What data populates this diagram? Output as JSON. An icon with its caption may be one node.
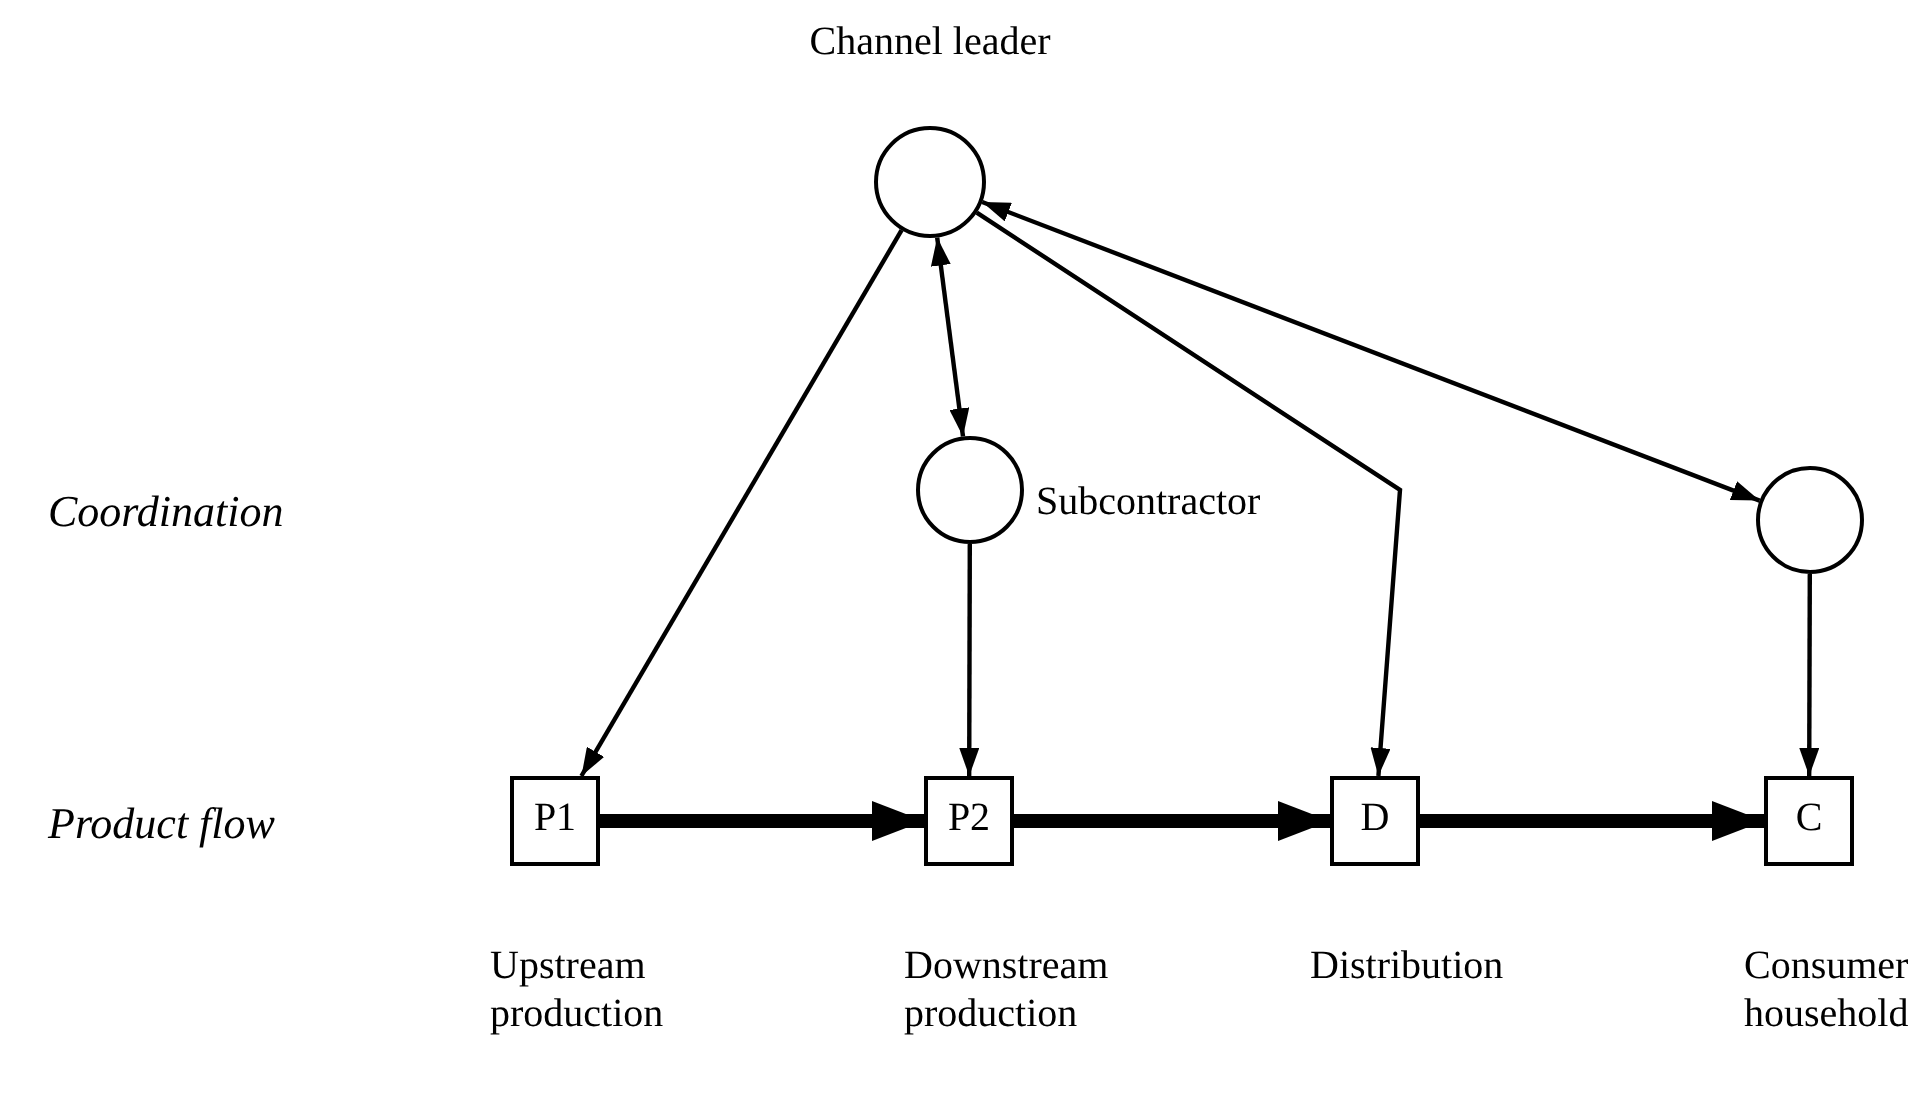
{
  "diagram": {
    "nodes": [
      {
        "text": [
          "Channel leader"
        ]
      },
      {
        "text": [
          "Subcontractor"
        ]
      },
      {
        "text": [],
        "shape": "circle"
      },
      {
        "text": [
          "P1"
        ],
        "beside": [
          "Upstream production"
        ]
      },
      {
        "text": [
          "P2"
        ],
        "beside": [
          "Downstream production"
        ]
      },
      {
        "text": [
          "D"
        ],
        "beside": [
          "Distribution"
        ]
      },
      {
        "text": [
          "C"
        ],
        "beside": [
          "Consumer household"
        ]
      }
    ],
    "edges": [
      {
        "from": 0,
        "to": 3,
        "arrow": "to"
      },
      {
        "from": 0,
        "to": 1,
        "arrow": "both"
      },
      {
        "from": 0,
        "to": 5,
        "arrow": "to"
      },
      {
        "from": 0,
        "to": 2,
        "arrow": "both"
      },
      {
        "from": 1,
        "to": 4,
        "arrow": "to"
      },
      {
        "from": 2,
        "to": 6,
        "arrow": "to"
      },
      {
        "from": 3,
        "to": 4,
        "arrow": "to",
        "style": "thick"
      },
      {
        "from": 4,
        "to": 5,
        "arrow": "to",
        "style": "thick"
      },
      {
        "from": 5,
        "to": 6,
        "arrow": "to",
        "style": "thick"
      }
    ],
    "labels": [
      "Coordination",
      "Product flow"
    ]
  }
}
